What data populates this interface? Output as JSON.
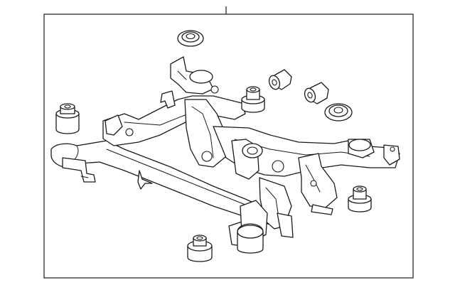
{
  "diagram": {
    "callout_count": 1,
    "parts": [
      "subframe-assembly",
      "upper-mount-cushion",
      "lower-mount-cushion",
      "bushing",
      "stopper-bushing"
    ]
  }
}
